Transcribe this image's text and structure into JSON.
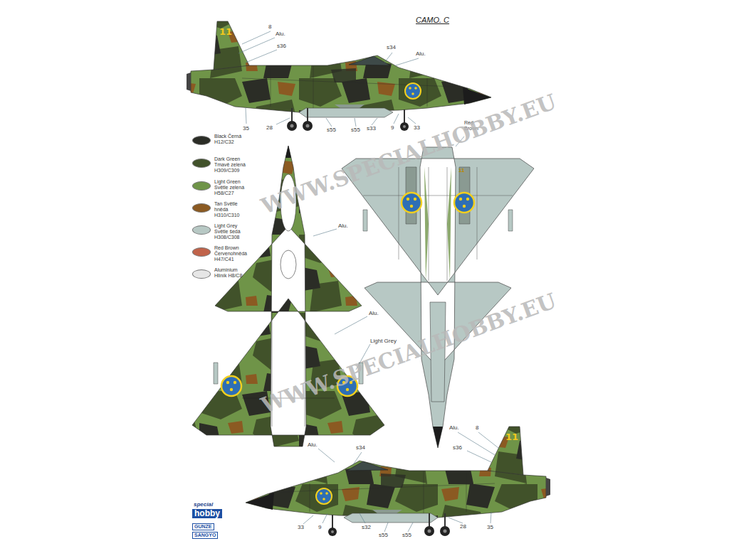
{
  "diagram": {
    "labels": [
      "CAMO. C",
      "11",
      "8",
      "Alu.",
      "s36",
      "s34",
      "Alu.",
      "35",
      "28",
      "s55",
      "s55",
      "s33",
      "9",
      "33",
      "Alu.",
      "Alu.",
      "Light Grey",
      "Red Brown",
      "11",
      "Alu.",
      "s34",
      "Alu.",
      "8",
      "s36",
      "11",
      "33",
      "9",
      "s32",
      "s55",
      "s55",
      "28",
      "35",
      "WWW.SPECIALHOBBY.EU",
      "WWW.SPECIALHOBBY.EU",
      "special",
      "hobby",
      "GUNZE",
      "SANGYO"
    ],
    "legend": [
      {
        "text": "Black Černá H12/C32",
        "color": "#2b2d26"
      },
      {
        "text": "Dark Green Tmavě zelená H309/C309",
        "color": "#41522a"
      },
      {
        "text": "Light Green Světle zelená H58/C27",
        "color": "#6f9448"
      },
      {
        "text": "Tan Světle hnědá H310/C310",
        "color": "#8b5a22"
      },
      {
        "text": "Light Grey Světle šedá H308/C308",
        "color": "#b7c8c4"
      },
      {
        "text": "Red Brown Červenohnědá H47/C41",
        "color": "#c0634a"
      },
      {
        "text": "Aluminium Hliník H8/C8",
        "color": "#e6e6e6"
      }
    ]
  }
}
